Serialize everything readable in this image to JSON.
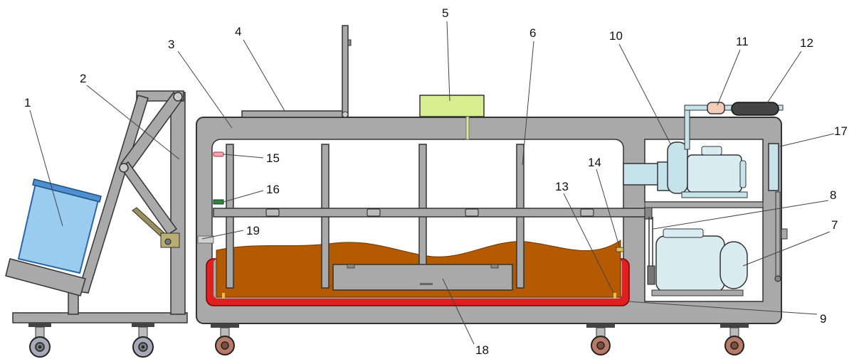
{
  "diagram": {
    "labels": [
      "1",
      "2",
      "3",
      "4",
      "5",
      "6",
      "7",
      "8",
      "9",
      "10",
      "11",
      "12",
      "13",
      "14",
      "15",
      "16",
      "17",
      "18",
      "19"
    ]
  },
  "colors": {
    "frame": "#a9a9a9",
    "bin": "#99ccee",
    "material": "#b45a00",
    "heater": "#e02020",
    "box5": "#d6ee8f",
    "motor": "#d8ecf2",
    "pipe": "#c6e2ea",
    "sensor15": "#f4a6b0",
    "sensor16": "#2e8b2e",
    "wheel": "#b87a68",
    "wheel_grey": "#a8a8b8"
  }
}
